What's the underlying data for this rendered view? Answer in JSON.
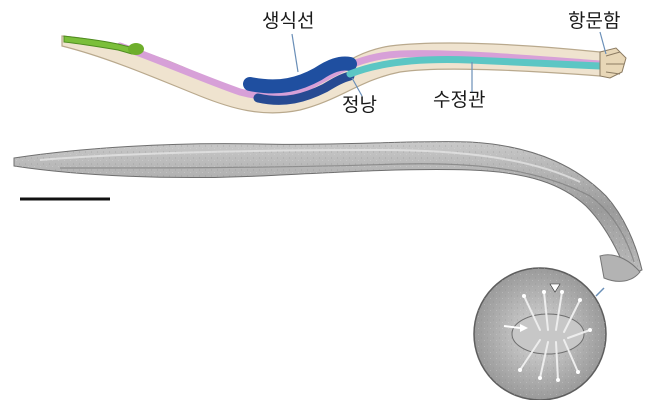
{
  "labels": {
    "gonad": "생식선",
    "seminal_vesicle": "정낭",
    "vas_deferens": "수정관",
    "cloaca": "항문함"
  },
  "colors": {
    "pharynx_green": "#7bbf3a",
    "intestine_pink": "#d7a0d8",
    "gonad_blue": "#1f4fa0",
    "vas_deferens_teal": "#5cc6c4",
    "body_beige": "#efe3cf",
    "micrograph_gray": "#a9a9a9",
    "pointer_line": "#6a8fb8"
  },
  "icons": {
    "scale_bar": "scale-bar",
    "arrowhead_marker": "triangle-marker",
    "arrow_marker": "arrow-marker"
  }
}
